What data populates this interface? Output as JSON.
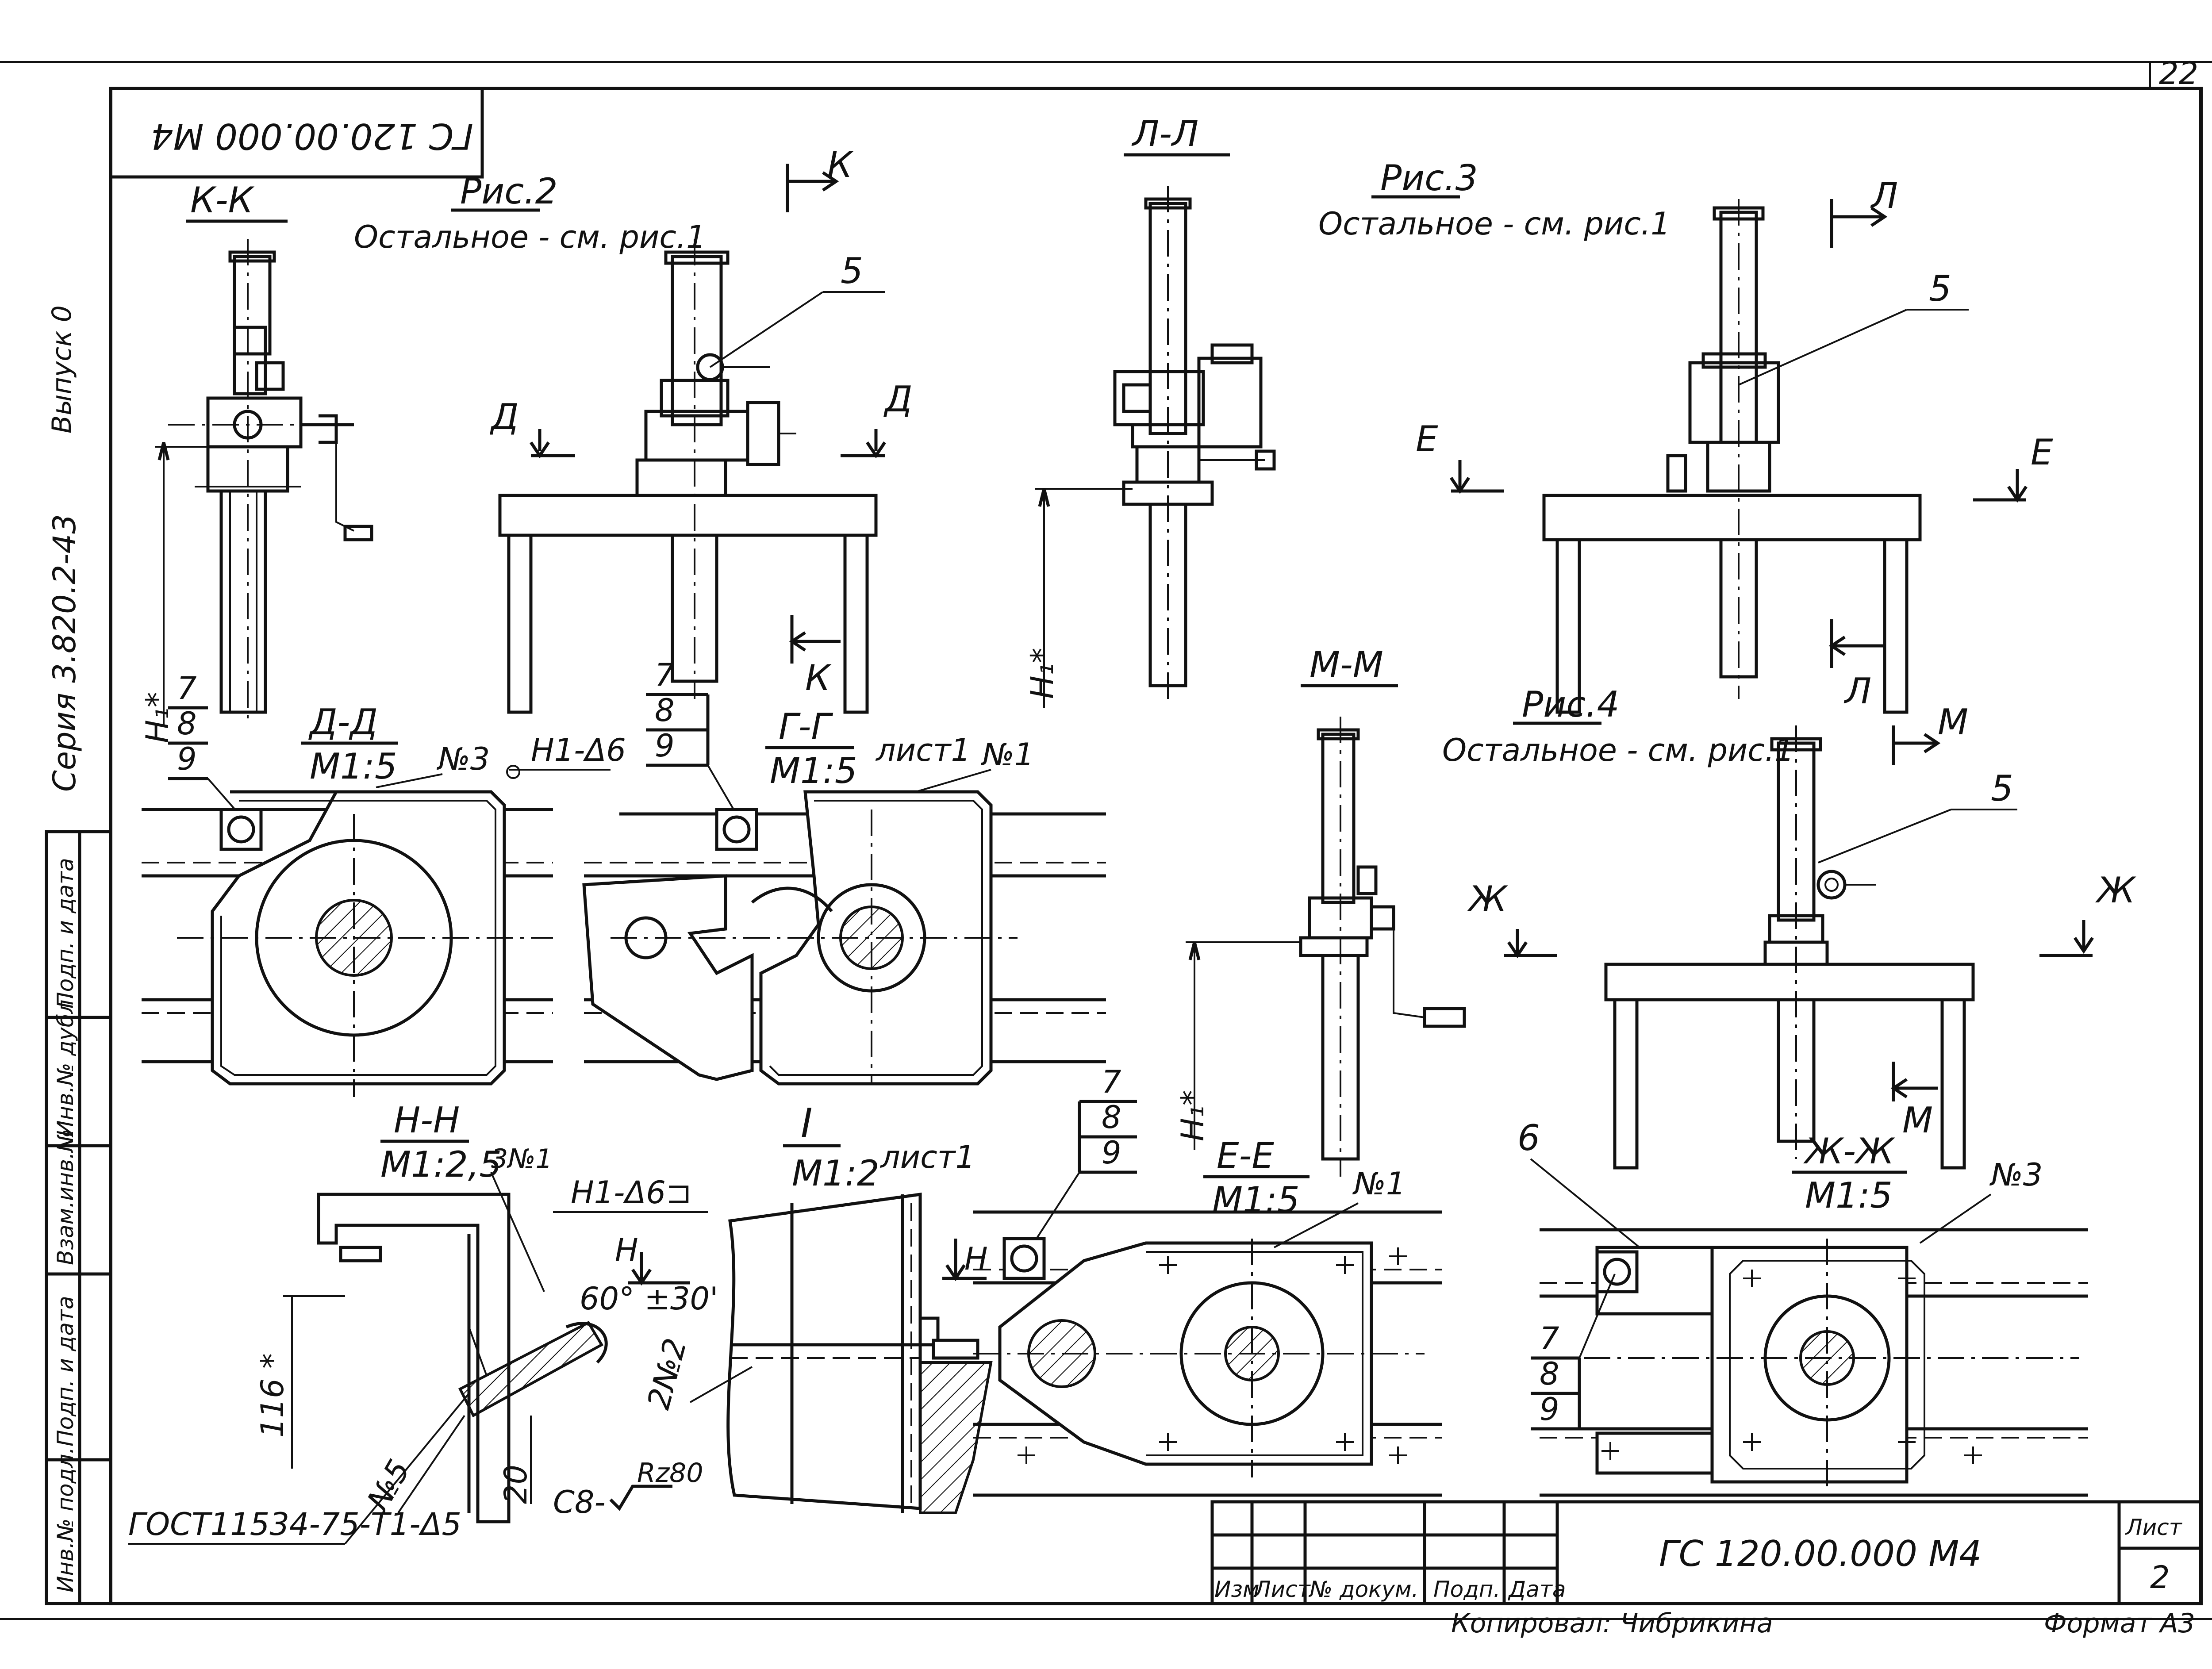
{
  "sheet": {
    "page_number": "22",
    "doc_code": "ГС 120.00.000 М4",
    "doc_code_rotated": "ГС 120.00.000 М4",
    "series": "Серия 3.820.2-43",
    "issue": "Выпуск 0",
    "copied_by": "Копировал: Чибрикина",
    "format": "Формат А3"
  },
  "margin_stamp": [
    "Инв.№ подл.",
    "Подп. и дата",
    "Взам.инв.№",
    "Инв.№ дубл.",
    "Подп. и дата"
  ],
  "title_block": {
    "headers": [
      "Изм",
      "Лист",
      "№ докум.",
      "Подп.",
      "Дата"
    ],
    "code": "ГС 120.00.000 М4",
    "sheet_label": "Лист",
    "sheet_value": "2"
  },
  "figures": {
    "fig2": {
      "title": "Рис.2",
      "note": "Остальное - см. рис.1"
    },
    "fig3": {
      "title": "Рис.3",
      "note": "Остальное - см. рис.1"
    },
    "fig4": {
      "title": "Рис.4",
      "note": "Остальное - см. рис.1"
    }
  },
  "sections": {
    "kk": "К-К",
    "ll": "Л-Л",
    "mm": "М-М",
    "dd": "Д-Д",
    "dd_scale": "М1:5",
    "gg": "Г-Г",
    "gg_scale": "М1:5",
    "gg_ref": "лист1",
    "nn": "Н-Н",
    "nn_scale": "М1:2,5",
    "nn_ref": "3№1",
    "i": "I",
    "i_scale": "М1:2",
    "i_ref": "лист1",
    "ee": "Е-Е",
    "ee_scale": "М1:5",
    "zhzh": "Ж-Ж",
    "zhzh_scale": "М1:5"
  },
  "cut_letters": {
    "k": "К",
    "l": "Л",
    "m": "М",
    "d": "Д",
    "e": "Е",
    "zh": "Ж",
    "n": "Н"
  },
  "callouts": {
    "pos5": "5",
    "pos6": "6",
    "pos7": "7",
    "pos8": "8",
    "pos9": "9",
    "no1": "№1",
    "no3": "№3",
    "no5": "№5",
    "two_no2": "2№2",
    "h1": "Н₁*",
    "weld_h1_6": "Н1-Δ6",
    "weld_h1_6b": "Н1-Δ6⊐",
    "angle": "60° ±30'",
    "dim_116": "116 *",
    "dim_20": "20",
    "c8": "С8-",
    "rz": "Rz80",
    "gost": "ГОСТ11534-75-Т1-Δ5"
  }
}
